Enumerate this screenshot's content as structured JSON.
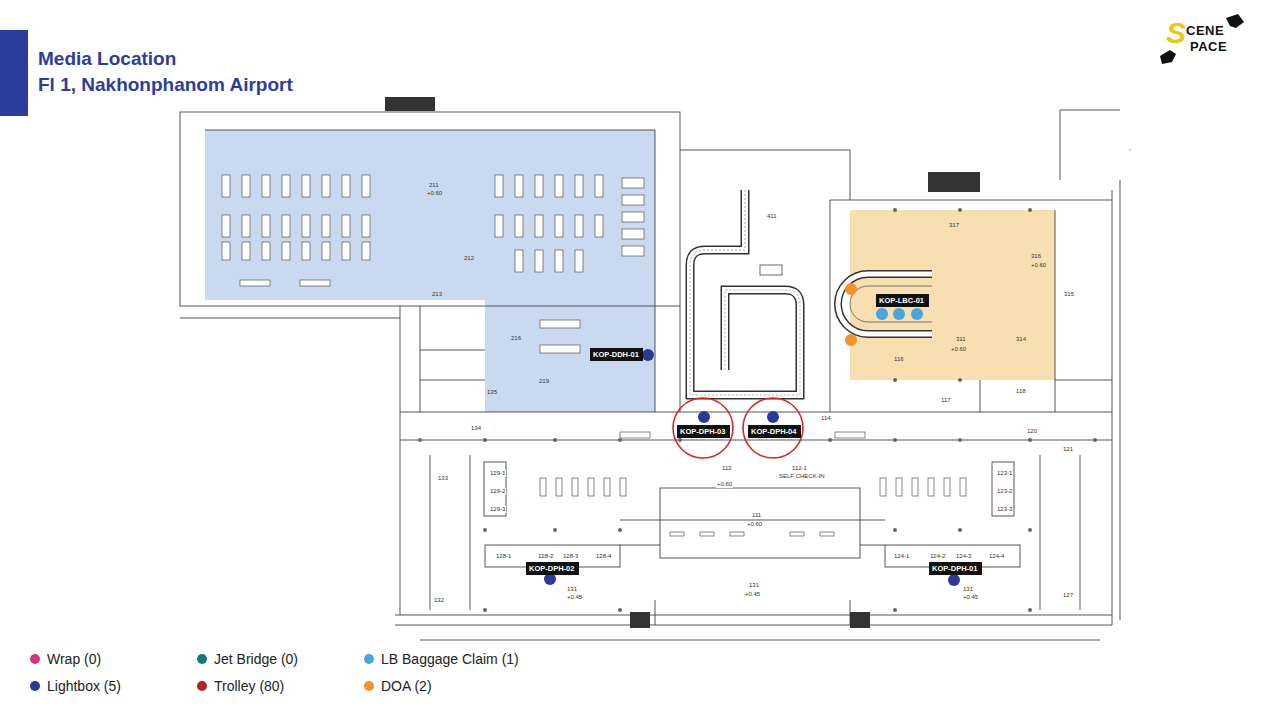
{
  "diagram": {
    "title": "Media Location",
    "nodes": [
      {
        "text": [
          "KOP-DDH-01"
        ]
      },
      {
        "text": [
          "KOP-LBC-01"
        ]
      },
      {
        "text": [
          "KOP-DPH-03"
        ]
      },
      {
        "text": [
          "KOP-DPH-04"
        ]
      },
      {
        "text": [
          "KOP-DPH-02"
        ]
      },
      {
        "text": [
          "KOP-DPH-01"
        ]
      }
    ],
    "labels": [
      "Fl 1, Nakhonphanom Airport",
      "S",
      "CENE",
      "PACE",
      "211",
      "+0.60",
      "212",
      "213",
      "216",
      "219",
      "411",
      "317",
      "316",
      "+0.60",
      "311",
      "+0.60",
      "314",
      "315",
      "116",
      "118",
      "117",
      "114",
      "135",
      "134",
      "133",
      "132",
      "112",
      "+0.60",
      "112-1",
      "SELF CHECK-IN",
      "111",
      "+0.60",
      "129-1",
      "129-2",
      "129-3",
      "123-1",
      "123-2",
      "123-3",
      "128-1",
      "128-2",
      "128-3",
      "128-4",
      "124-1",
      "124-2",
      "124-3",
      "124-4",
      "131",
      "131",
      "131",
      "+0.45",
      "+0.45",
      "+0.45",
      "121",
      "120",
      "127"
    ],
    "legend": [
      {
        "text": "Wrap (0)",
        "color": "#d6337f"
      },
      {
        "text": "Lightbox (5)",
        "color": "#2b3a96"
      },
      {
        "text": "Jet Bridge (0)",
        "color": "#177a6e"
      },
      {
        "text": "Trolley (80)",
        "color": "#b5222a"
      },
      {
        "text": "LB Baggage Claim (1)",
        "color": "#4ea3dc"
      },
      {
        "text": "DOA (2)",
        "color": "#f2922a"
      }
    ]
  }
}
